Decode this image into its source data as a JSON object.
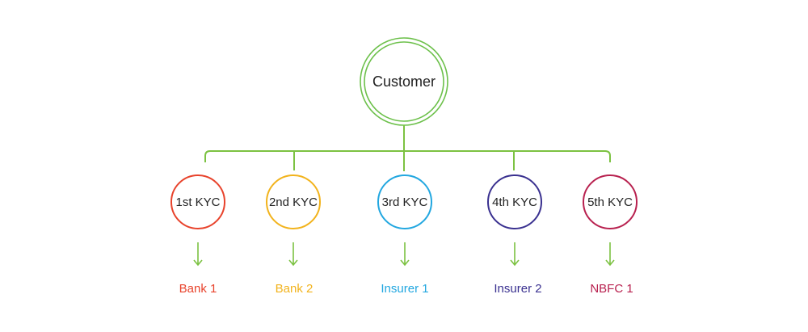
{
  "diagram": {
    "root": {
      "label": "Customer",
      "color": "#6cc04a"
    },
    "connector_color": "#7cc242",
    "nodes": [
      {
        "label": "1st KYC",
        "target": "Bank 1",
        "color": "#e8432c"
      },
      {
        "label": "2nd KYC",
        "target": "Bank 2",
        "color": "#f2b31c"
      },
      {
        "label": "3rd KYC",
        "target": "Insurer 1",
        "color": "#22a7e0"
      },
      {
        "label": "4th KYC",
        "target": "Insurer 2",
        "color": "#3a3190"
      },
      {
        "label": "5th KYC",
        "target": "NBFC 1",
        "color": "#b8214f"
      }
    ]
  }
}
